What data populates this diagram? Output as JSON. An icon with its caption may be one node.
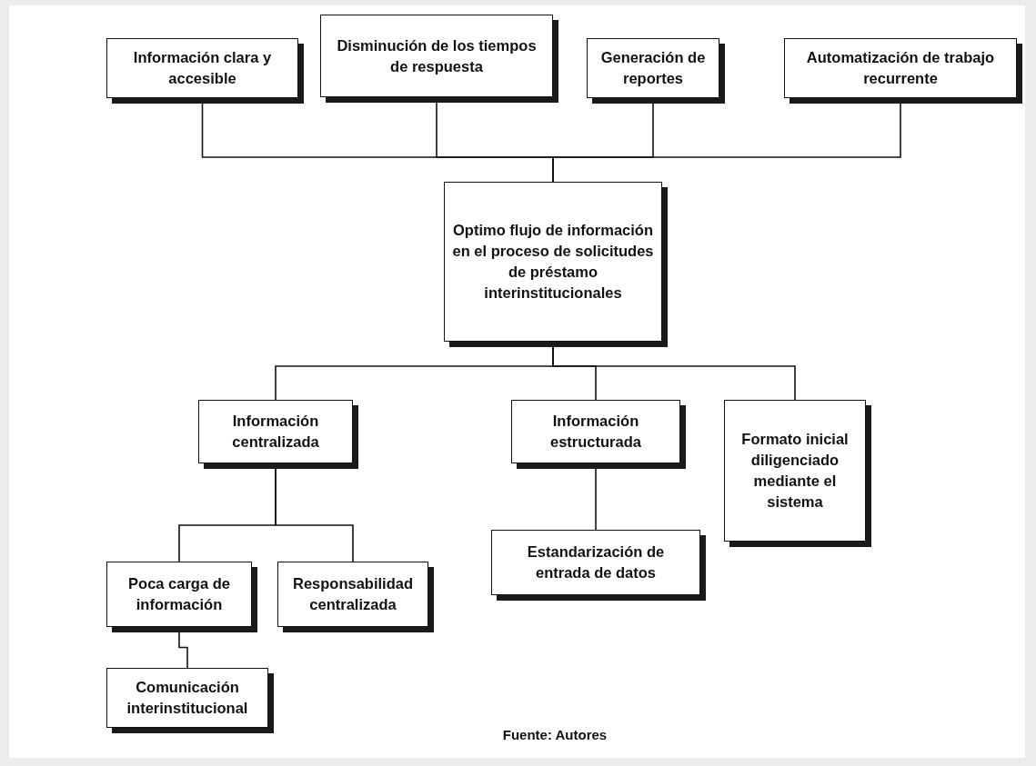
{
  "diagram": {
    "caption": "Fuente: Autores",
    "nodes": [
      {
        "text": [
          "Información clara y accesible"
        ]
      },
      {
        "text": [
          "Disminución de los tiempos de respuesta"
        ]
      },
      {
        "text": [
          "Generación de reportes"
        ]
      },
      {
        "text": [
          "Automatización de trabajo recurrente"
        ]
      },
      {
        "text": [
          "Optimo flujo de información en el proceso de solicitudes de préstamo interinstitucionales"
        ]
      },
      {
        "text": [
          "Información centralizada"
        ]
      },
      {
        "text": [
          "Información estructurada"
        ]
      },
      {
        "text": [
          "Formato inicial diligenciado mediante el sistema"
        ]
      },
      {
        "text": [
          "Estandarización de entrada de datos"
        ]
      },
      {
        "text": [
          "Poca carga de información"
        ]
      },
      {
        "text": [
          "Responsabilidad centralizada"
        ]
      },
      {
        "text": [
          "Comunicación interinstitucional"
        ]
      }
    ],
    "edges": [
      {
        "from": 0,
        "to": 4,
        "arrow": "none"
      },
      {
        "from": 1,
        "to": 4,
        "arrow": "none"
      },
      {
        "from": 2,
        "to": 4,
        "arrow": "none"
      },
      {
        "from": 3,
        "to": 4,
        "arrow": "none"
      },
      {
        "from": 4,
        "to": 5,
        "arrow": "none"
      },
      {
        "from": 4,
        "to": 6,
        "arrow": "none"
      },
      {
        "from": 4,
        "to": 7,
        "arrow": "none"
      },
      {
        "from": 5,
        "to": 9,
        "arrow": "none"
      },
      {
        "from": 5,
        "to": 10,
        "arrow": "none"
      },
      {
        "from": 6,
        "to": 8,
        "arrow": "none"
      },
      {
        "from": 9,
        "to": 11,
        "arrow": "none"
      }
    ]
  }
}
